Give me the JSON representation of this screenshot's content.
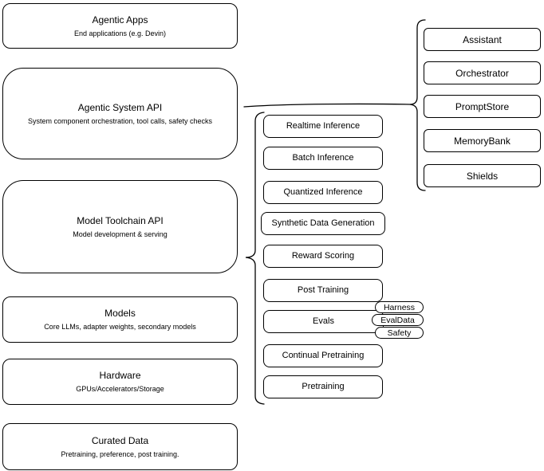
{
  "diagram": {
    "colors": {
      "stroke": "#000000",
      "fill": "#ffffff",
      "text": "#000000"
    },
    "left_stack": [
      {
        "title": "Agentic Apps",
        "subtitle": "End applications (e.g. Devin)"
      },
      {
        "title": "Agentic System API",
        "subtitle": "System component orchestration, tool calls, safety checks"
      },
      {
        "title": "Model Toolchain API",
        "subtitle": "Model development & serving"
      },
      {
        "title": "Models",
        "subtitle": "Core LLMs, adapter weights, secondary models"
      },
      {
        "title": "Hardware",
        "subtitle": "GPUs/Accelerators/Storage"
      },
      {
        "title": "Curated Data",
        "subtitle": "Pretraining, preference, post training."
      }
    ],
    "toolchain_items": [
      "Realtime Inference",
      "Batch Inference",
      "Quantized Inference",
      "Synthetic Data Generation",
      "Reward Scoring",
      "Post Training",
      "Evals",
      "Continual Pretraining",
      "Pretraining"
    ],
    "eval_tags": [
      "Harness",
      "EvalData",
      "Safety"
    ],
    "system_components": [
      "Assistant",
      "Orchestrator",
      "PromptStore",
      "MemoryBank",
      "Shields"
    ]
  }
}
